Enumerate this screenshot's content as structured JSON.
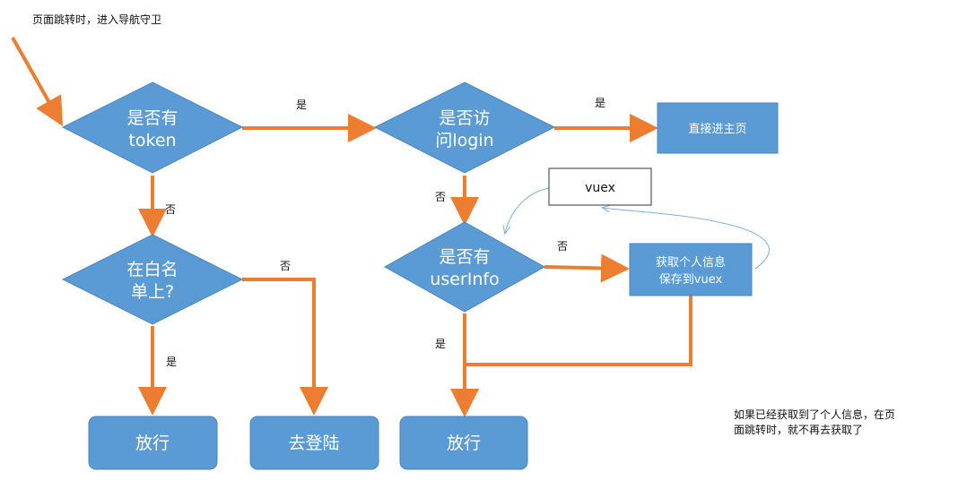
{
  "title": "页面跳转时，进入导航守卫",
  "nodes": {
    "has_token": [
      "是否有",
      "token"
    ],
    "visit_login": [
      "是否访",
      "问login"
    ],
    "go_home": "直接进主页",
    "in_whitelist": [
      "在白名",
      "单上?"
    ],
    "has_userinfo": [
      "是否有",
      "userInfo"
    ],
    "vuex": "vuex",
    "fetch_userinfo": [
      "获取个人信息",
      "保存到vuex"
    ],
    "allow_left": "放行",
    "go_login": "去登陆",
    "allow_right": "放行"
  },
  "edges": {
    "token_yes": "是",
    "token_no": "否",
    "login_yes": "是",
    "login_no": "否",
    "whitelist_no": "否",
    "whitelist_yes": "是",
    "userinfo_no": "否",
    "userinfo_yes": "是"
  },
  "note": [
    "如果已经获取到了个人信息，在页",
    "面跳转时，就不再去获取了"
  ],
  "colors": {
    "shape_fill": "#5b9bd5",
    "flow_arrow": "#ed7d31",
    "cycle_arrow": "#7fb0dd"
  }
}
